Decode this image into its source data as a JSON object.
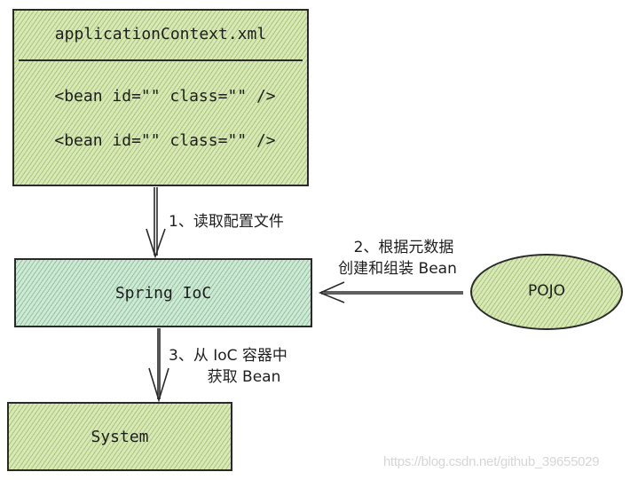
{
  "diagram": {
    "config_box": {
      "title": "applicationContext.xml",
      "lines": [
        "<bean id=\"\" class=\"\" />",
        "<bean id=\"\" class=\"\" />"
      ]
    },
    "ioc_box": {
      "label": "Spring IoC"
    },
    "system_box": {
      "label": "System"
    },
    "pojo_ellipse": {
      "label": "POJO"
    },
    "edges": [
      {
        "from": "applicationContext.xml",
        "to": "Spring IoC",
        "label": "1、读取配置文件"
      },
      {
        "from": "POJO",
        "to": "Spring IoC",
        "label_line1": "2、根据元数据",
        "label_line2": "创建和组装 Bean"
      },
      {
        "from": "Spring IoC",
        "to": "System",
        "label_line1": "3、从 IoC 容器中",
        "label_line2": "获取 Bean"
      }
    ],
    "colors": {
      "green_fill": "#d8e8b8",
      "teal_fill": "#cfe9d6",
      "stroke": "#2a2a2a"
    }
  },
  "watermark": "https://blog.csdn.net/github_39655029"
}
